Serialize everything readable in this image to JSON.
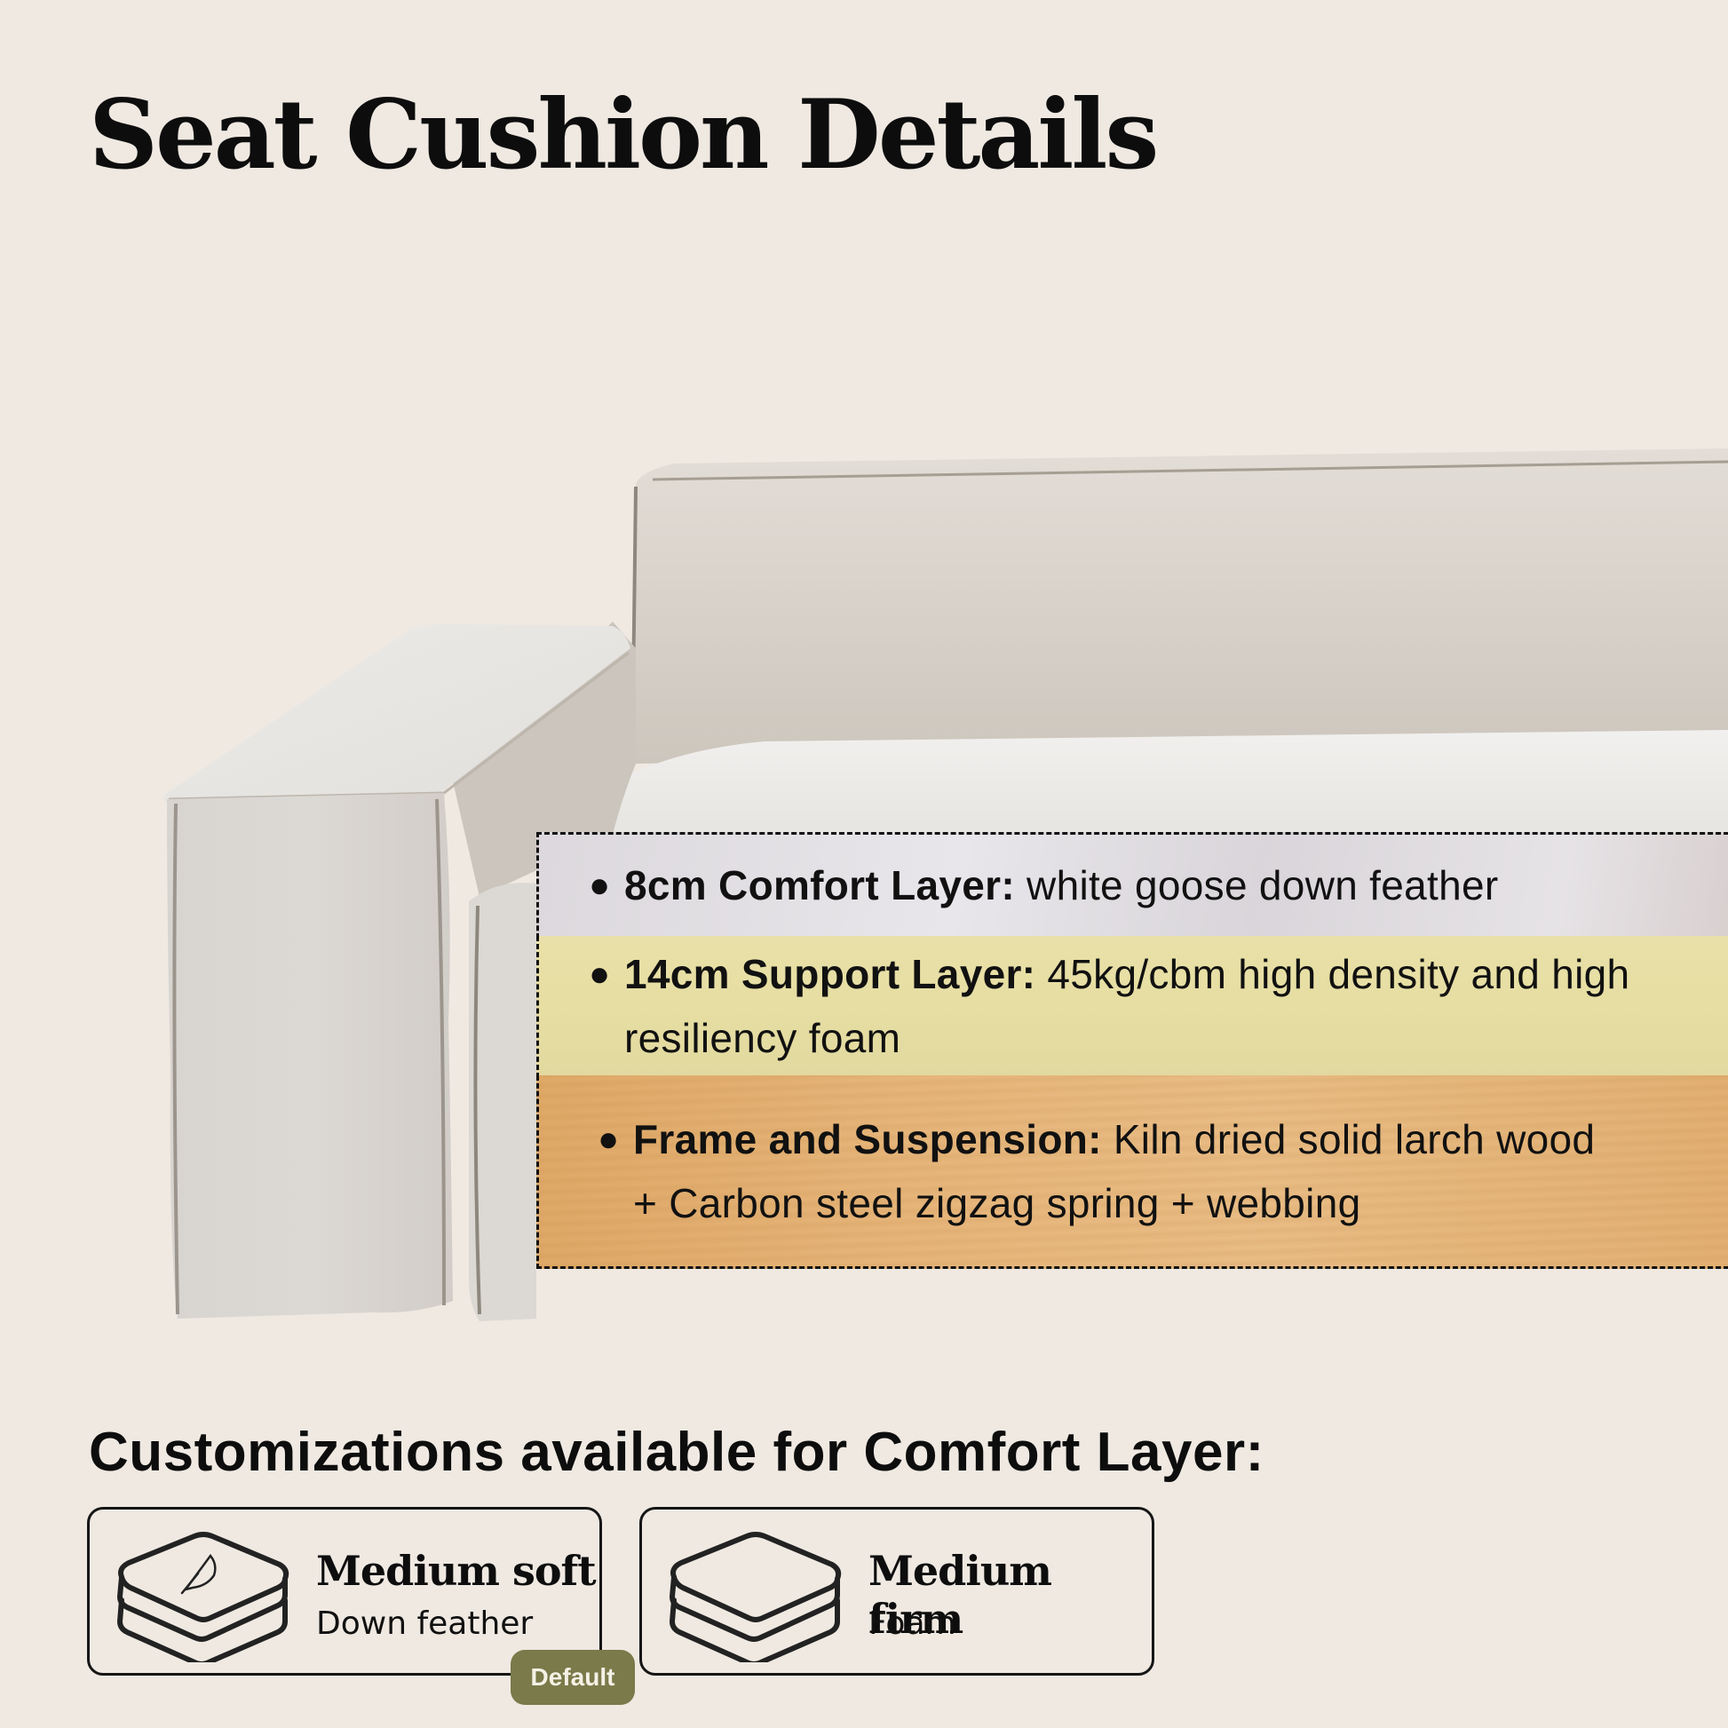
{
  "title": "Seat Cushion Details",
  "layers": [
    {
      "name": "comfort",
      "label": "8cm Comfort Layer:",
      "description": "white goose down feather",
      "color": "#dfdce0"
    },
    {
      "name": "support",
      "label": "14cm Support Layer:",
      "description": "45kg/cbm high density and high resiliency foam",
      "color": "#e6dea4"
    },
    {
      "name": "frame",
      "label": "Frame and Suspension:",
      "description": "Kiln dried solid larch wood + Carbon steel zigzag spring + webbing",
      "color": "#e4b274"
    }
  ],
  "customizations": {
    "heading": "Customizations available for Comfort Layer:",
    "options": [
      {
        "name": "Medium soft",
        "material": "Down feather",
        "icon": "feather-cushion-icon",
        "badge": "Default"
      },
      {
        "name": "Medium firm",
        "material": "Foam",
        "icon": "cushion-icon"
      }
    ],
    "badge_color": "#7a7a4a"
  },
  "colors": {
    "background": "#efe9e2",
    "sofa_fabric": "#d9d3cb",
    "text": "#0d0d0d"
  }
}
